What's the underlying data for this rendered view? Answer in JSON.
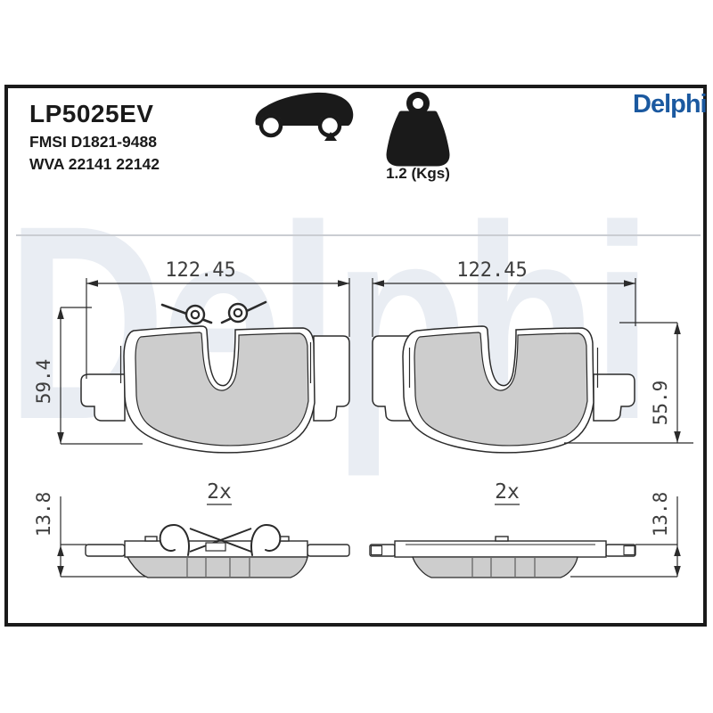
{
  "product": {
    "part_number": "LP5025EV",
    "fmsi": "FMSI D1821-9488",
    "wva": "WVA 22141 22142",
    "weight": "1.2 (Kgs)",
    "brand": "Delphi",
    "axle_icon": "car-rear-axle-indicator",
    "weight_icon": "weight-kettlebell"
  },
  "watermark": {
    "text": "Delphi"
  },
  "drawing": {
    "left_pad": {
      "width_mm": "122.45",
      "height_mm": "59.4",
      "thickness_mm": "13.8",
      "quantity": "2x"
    },
    "right_pad": {
      "width_mm": "122.45",
      "height_mm": "55.9",
      "thickness_mm": "13.8",
      "quantity": "2x"
    }
  },
  "colors": {
    "brand_blue": "#1b59a0",
    "watermark_blue": "#e9edf3",
    "friction_gray": "#cdcdcd",
    "ink": "#2b2b2b"
  }
}
